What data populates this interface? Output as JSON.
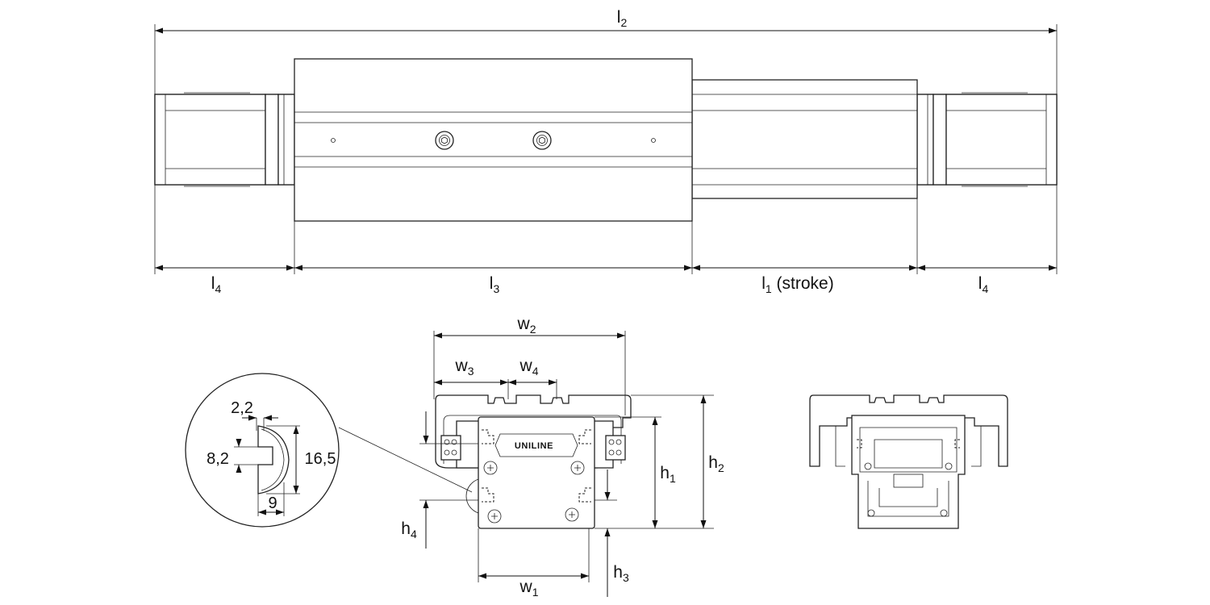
{
  "labels": {
    "l2": {
      "base": "l",
      "sub": "2"
    },
    "l4_left": {
      "base": "l",
      "sub": "4"
    },
    "l3": {
      "base": "l",
      "sub": "3"
    },
    "l1": {
      "base": "l",
      "sub": "1",
      "suffix": " (stroke)"
    },
    "l4_right": {
      "base": "l",
      "sub": "4"
    },
    "w2": {
      "base": "w",
      "sub": "2"
    },
    "w3": {
      "base": "w",
      "sub": "3"
    },
    "w4": {
      "base": "w",
      "sub": "4"
    },
    "w1": {
      "base": "w",
      "sub": "1"
    },
    "h1": {
      "base": "h",
      "sub": "1"
    },
    "h2": {
      "base": "h",
      "sub": "2"
    },
    "h3": {
      "base": "h",
      "sub": "3"
    },
    "h4": {
      "base": "h",
      "sub": "4"
    }
  },
  "detail": {
    "dim_top": "2,2",
    "dim_left": "8,2",
    "dim_right": "16,5",
    "dim_bottom": "9"
  },
  "brand_text": "UNILINE"
}
